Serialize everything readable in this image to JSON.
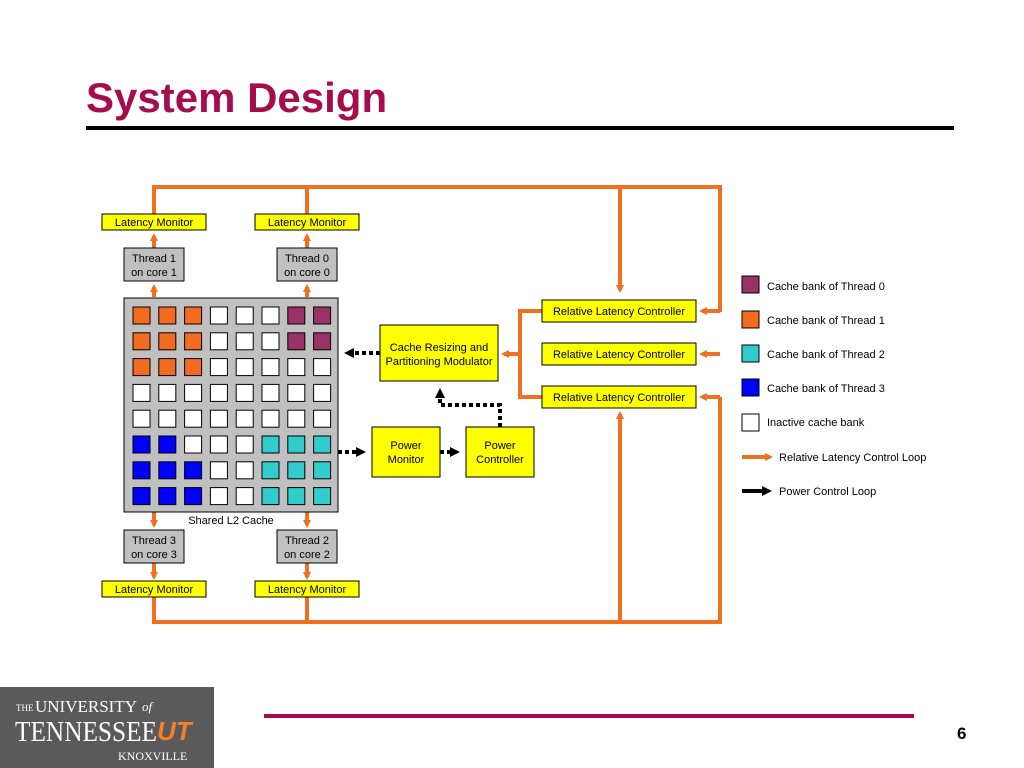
{
  "slide": {
    "title": "System Design",
    "page_number": "6"
  },
  "diagram": {
    "latency_monitor_label": "Latency Monitor",
    "threads": [
      {
        "line1": "Thread 1",
        "line2": "on core 1"
      },
      {
        "line1": "Thread 0",
        "line2": "on core 0"
      },
      {
        "line1": "Thread 3",
        "line2": "on core 3"
      },
      {
        "line1": "Thread 2",
        "line2": "on core 2"
      }
    ],
    "cache_label": "Shared L2 Cache",
    "cache_grid": [
      [
        "t1",
        "t1",
        "t1",
        "i",
        "i",
        "i",
        "t0",
        "t0"
      ],
      [
        "t1",
        "t1",
        "t1",
        "i",
        "i",
        "i",
        "t0",
        "t0"
      ],
      [
        "t1",
        "t1",
        "t1",
        "i",
        "i",
        "i",
        "i",
        "i"
      ],
      [
        "i",
        "i",
        "i",
        "i",
        "i",
        "i",
        "i",
        "i"
      ],
      [
        "i",
        "i",
        "i",
        "i",
        "i",
        "i",
        "i",
        "i"
      ],
      [
        "t3",
        "t3",
        "i",
        "i",
        "i",
        "t2",
        "t2",
        "t2"
      ],
      [
        "t3",
        "t3",
        "t3",
        "i",
        "i",
        "t2",
        "t2",
        "t2"
      ],
      [
        "t3",
        "t3",
        "t3",
        "i",
        "i",
        "t2",
        "t2",
        "t2"
      ]
    ],
    "cache_resizing": {
      "line1": "Cache Resizing and",
      "line2": "Partitioning Modulator"
    },
    "power_monitor": {
      "line1": "Power",
      "line2": "Monitor"
    },
    "power_controller": {
      "line1": "Power",
      "line2": "Controller"
    },
    "rlc_label": "Relative Latency Controller"
  },
  "colors": {
    "t0": "#993366",
    "t1": "#f26b21",
    "t2": "#33cccc",
    "t3": "#0000ff",
    "i": "#ffffff",
    "loop": "#f07020",
    "box_fill": "#ffff00",
    "grey": "#c0c0c0",
    "accent": "#a50d4c"
  },
  "legend": {
    "items": [
      {
        "key": "t0",
        "label": "Cache bank of Thread 0"
      },
      {
        "key": "t1",
        "label": "Cache bank of Thread 1"
      },
      {
        "key": "t2",
        "label": "Cache bank of Thread 2"
      },
      {
        "key": "t3",
        "label": "Cache bank of Thread 3"
      },
      {
        "key": "i",
        "label": "Inactive cache bank"
      }
    ],
    "relative_loop": "Relative Latency Control Loop",
    "power_loop": "Power Control Loop"
  },
  "logo": {
    "the": "THE",
    "university": "UNIVERSITY",
    "of": "of",
    "tennessee": "TENNESSEE",
    "ut": "UT",
    "knoxville": "KNOXVILLE"
  }
}
